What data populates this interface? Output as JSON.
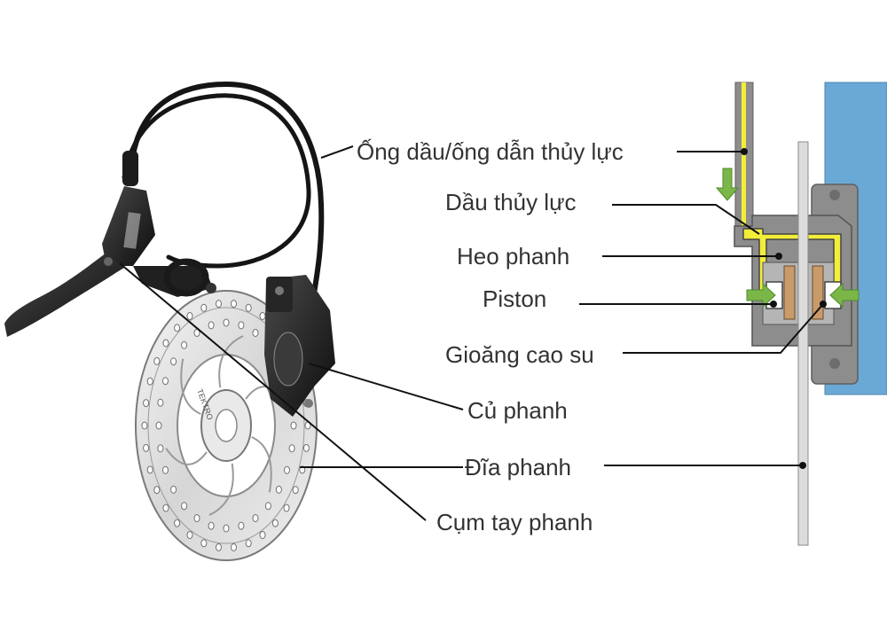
{
  "labels": {
    "hydraulic_hose": "Ống dầu/ống dẫn thủy lực",
    "hydraulic_oil": "Dầu thủy lực",
    "brake_caliper_body": "Heo phanh",
    "piston": "Piston",
    "rubber_seal": "Gioăng cao su",
    "caliper": "Củ phanh",
    "brake_disc": "Đĩa phanh",
    "brake_lever": "Cụm tay phanh"
  },
  "rotor_brand": "TEKTRO",
  "colors": {
    "oil": "#f2ee39",
    "hub_blue": "#6aa9d5",
    "caliper_grey": "#8d8d8d",
    "arrow_green": "#7ab648",
    "leader_line": "#111111",
    "label_text": "#333333"
  }
}
